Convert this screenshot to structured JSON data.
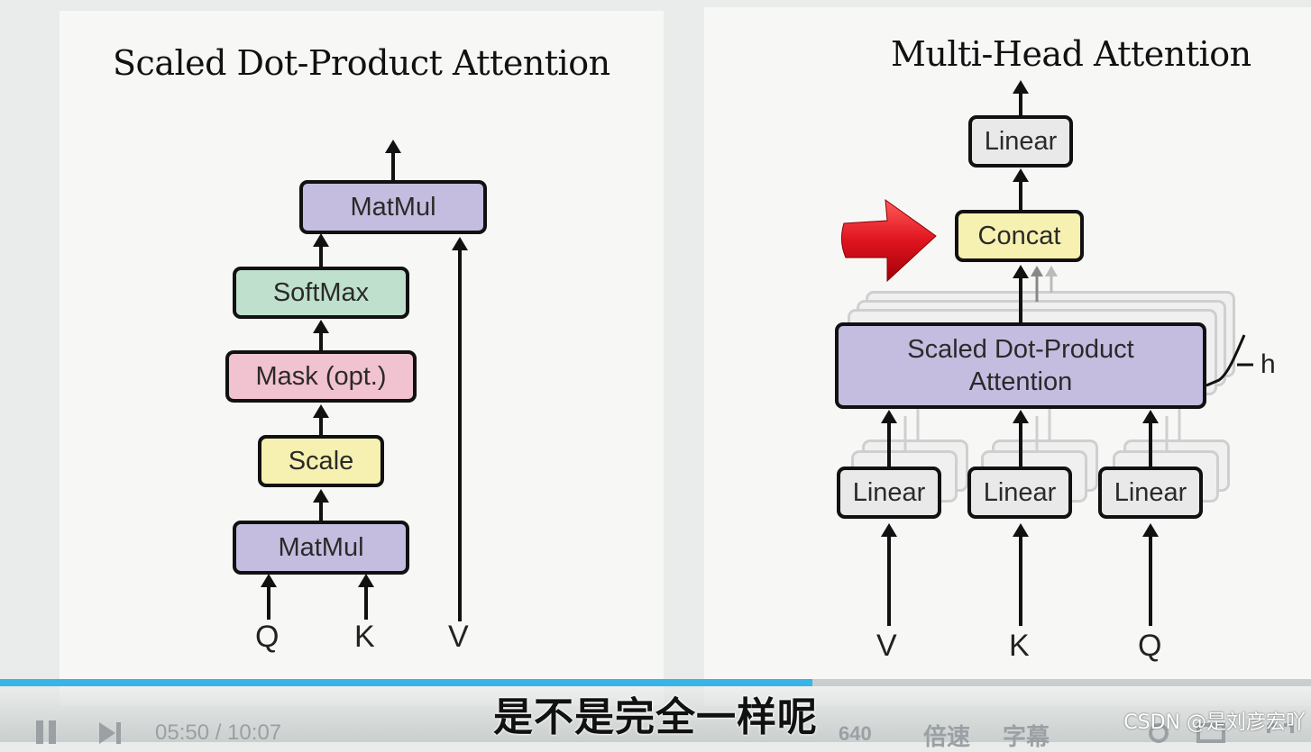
{
  "left_diagram": {
    "title": "Scaled Dot-Product Attention",
    "boxes": {
      "matmul_top": "MatMul",
      "softmax": "SoftMax",
      "mask": "Mask (opt.)",
      "scale": "Scale",
      "matmul_bottom": "MatMul"
    },
    "inputs": {
      "q": "Q",
      "k": "K",
      "v": "V"
    }
  },
  "right_diagram": {
    "title": "Multi-Head Attention",
    "boxes": {
      "linear_top": "Linear",
      "concat": "Concat",
      "attention": "Scaled Dot-Product\nAttention",
      "linear_v": "Linear",
      "linear_k": "Linear",
      "linear_q": "Linear"
    },
    "h_label": "h",
    "inputs": {
      "v": "V",
      "k": "K",
      "q": "Q"
    }
  },
  "player": {
    "progress_fraction": 0.62,
    "current_time": "05:50",
    "separator": "/",
    "duration": "10:07",
    "subtitle": "是不是完全一样呢",
    "buttons": {
      "speed": "倍速",
      "caption": "字幕",
      "quality": "640"
    },
    "watermark": "CSDN @是刘彦宏吖"
  },
  "colors": {
    "progress": "#36b5e6",
    "matmul": "#c4bde0",
    "softmax": "#bfe0cc",
    "mask": "#f1c2cf",
    "scale": "#f6f1b0",
    "linear": "#e8e9e8",
    "pointer_arrow": "#e0141e"
  }
}
